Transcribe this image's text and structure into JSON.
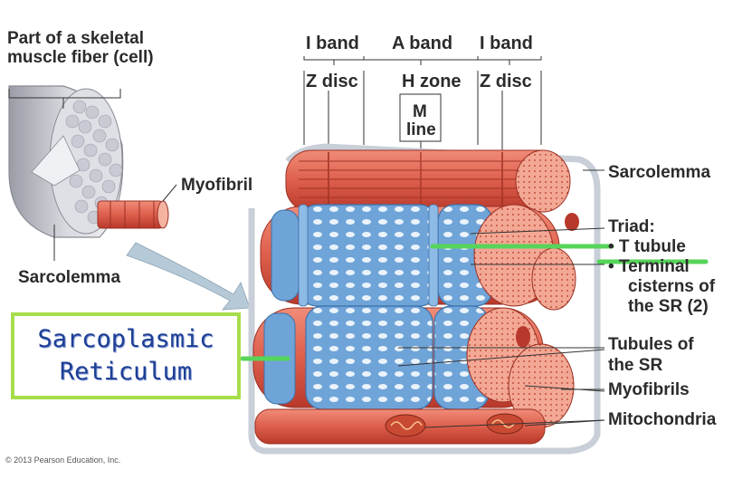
{
  "labels": {
    "title_line1": "Part of a skeletal",
    "title_line2": "muscle fiber (cell)",
    "myofibril": "Myofibril",
    "sarcolemma_left": "Sarcolemma",
    "i_band_left": "I band",
    "a_band": "A band",
    "i_band_right": "I band",
    "z_disc_left": "Z disc",
    "h_zone": "H zone",
    "z_disc_right": "Z disc",
    "m_line_1": "M",
    "m_line_2": "line",
    "sarcolemma_right": "Sarcolemma",
    "triad": "Triad:",
    "t_tubule": "• T tubule",
    "terminal": "• Terminal",
    "cisterns": "cisterns of",
    "the_sr_2": "the SR (2)",
    "tubules_of": "Tubules of",
    "the_sr": "the SR",
    "myofibrils": "Myofibrils",
    "mitochondria": "Mitochondria"
  },
  "highlight": {
    "line1": "Sarcoplasmic",
    "line2": "Reticulum",
    "border_color": "#a6dd4a",
    "text_color": "#1d3f95"
  },
  "copyright": "© 2013 Pearson Education, Inc.",
  "colors": {
    "muscle_red": "#e06a56",
    "muscle_dark": "#b8392b",
    "sr_blue": "#6fa4d8",
    "sr_light": "#a9cdee",
    "marker_green": "#57d45a"
  }
}
